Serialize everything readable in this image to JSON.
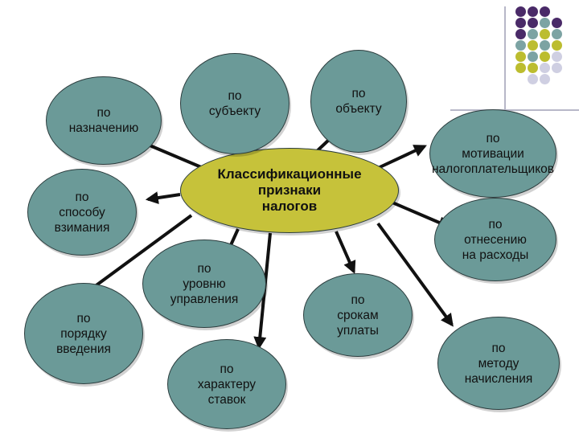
{
  "center": {
    "label": "Классификационные\nпризнаки\nналогов"
  },
  "nodes": [
    {
      "id": "naznacheniyu",
      "label": "по\nназначению"
    },
    {
      "id": "subektu",
      "label": "по\nсубъекту"
    },
    {
      "id": "obektu",
      "label": "по\nобъекту"
    },
    {
      "id": "motivatsii",
      "label": "по\nмотивации\nналогоплательщиков"
    },
    {
      "id": "sposobu",
      "label": "по\nспособу\nвзимания"
    },
    {
      "id": "otneseniyu",
      "label": "по\nотнесению\nна расходы"
    },
    {
      "id": "urovnyu",
      "label": "по\nуровню\nуправления"
    },
    {
      "id": "srokam",
      "label": "по\nсрокам\nуплаты"
    },
    {
      "id": "poryadku",
      "label": "по\nпорядку\nвведения"
    },
    {
      "id": "metodu",
      "label": "по\nметоду\nначисления"
    },
    {
      "id": "harakteru",
      "label": "по\nхарактеру\nставок"
    }
  ],
  "colors": {
    "node_fill": "#6b9a98",
    "center_fill": "#c6c23a",
    "arrow": "#111111",
    "deco_purple": "#4a2a68",
    "deco_teal": "#7ca3a3",
    "deco_olive": "#bcbd2f",
    "deco_lavender": "#cfcfe2"
  },
  "decoration": {
    "dot_grid": [
      [
        "purple",
        "purple",
        "purple",
        null
      ],
      [
        "purple",
        "purple",
        "teal",
        "purple"
      ],
      [
        "purple",
        "teal",
        "olive",
        "teal"
      ],
      [
        "teal",
        "olive",
        "teal",
        "olive"
      ],
      [
        "olive",
        "teal",
        "olive",
        "lavender"
      ],
      [
        "olive",
        "olive",
        "lavender",
        "lavender"
      ],
      [
        null,
        "lavender",
        "lavender",
        null
      ]
    ]
  }
}
